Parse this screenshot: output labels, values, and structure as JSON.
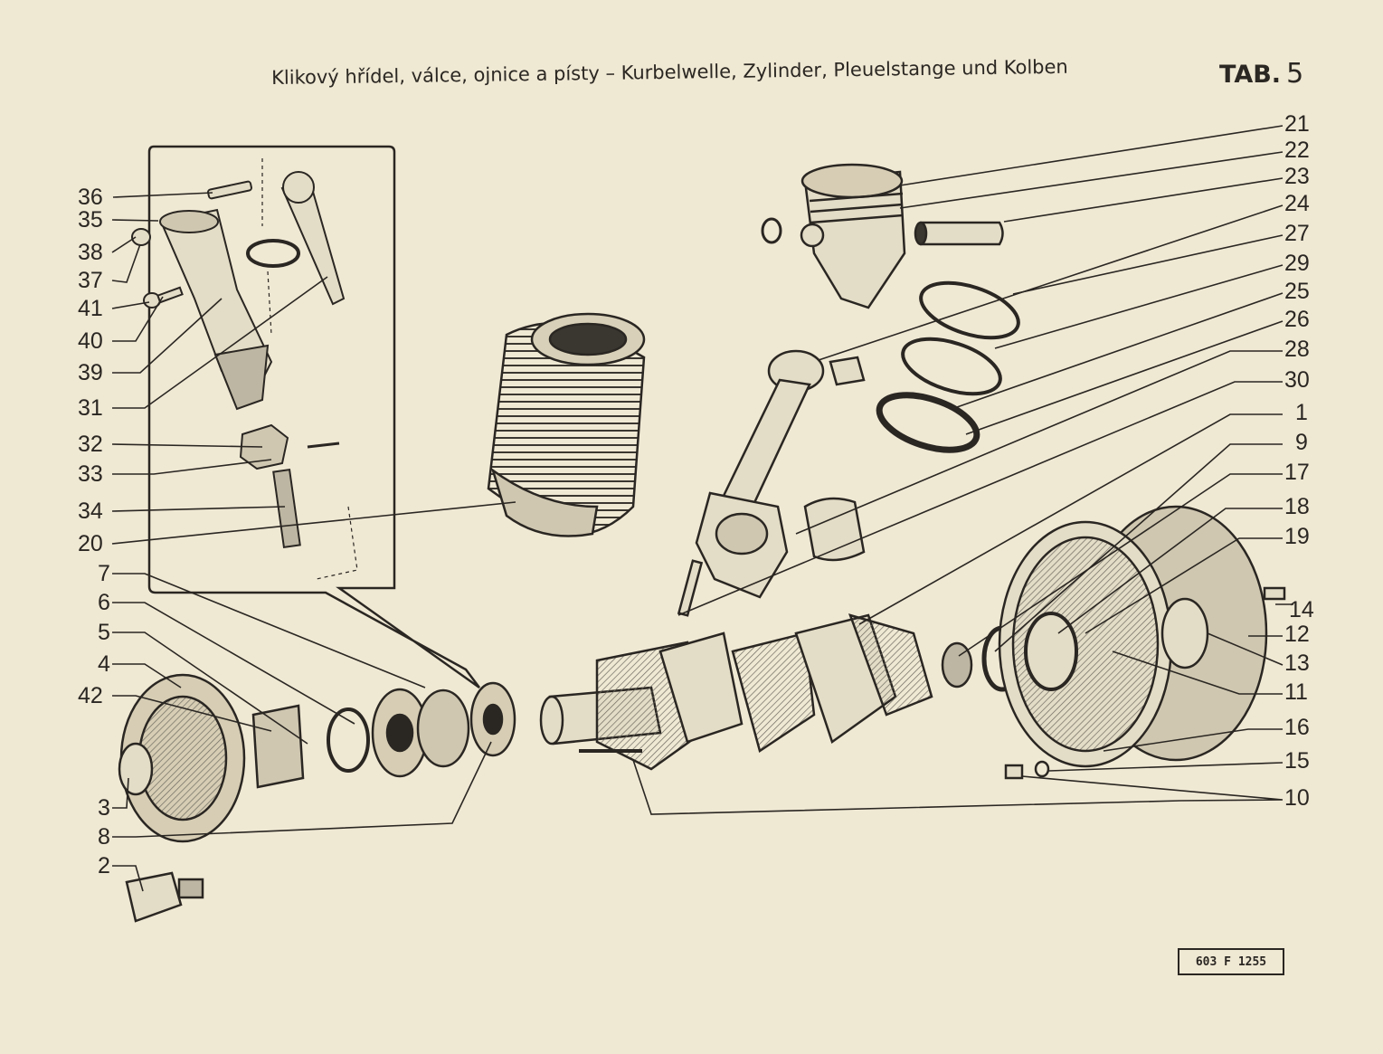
{
  "title": "Klikový hřídel, válce, ojnice a písty – Kurbelwelle, Zylinder, Pleuelstange und Kolben",
  "tab": {
    "label": "TAB.",
    "number": "5"
  },
  "code": "603 F 1255",
  "colors": {
    "paper": "#efe8d3",
    "ink": "#2a2622",
    "shade": "#9a9486"
  },
  "callouts": {
    "left": [
      "36",
      "35",
      "38",
      "37",
      "41",
      "40",
      "39",
      "31",
      "32",
      "33",
      "34",
      "20",
      "7",
      "6",
      "5",
      "4",
      "42",
      "3",
      "8",
      "2"
    ],
    "right": [
      "21",
      "22",
      "23",
      "24",
      "27",
      "29",
      "25",
      "26",
      "28",
      "30",
      "1",
      "9",
      "17",
      "18",
      "19",
      "14",
      "12",
      "13",
      "11",
      "16",
      "15",
      "10"
    ]
  }
}
